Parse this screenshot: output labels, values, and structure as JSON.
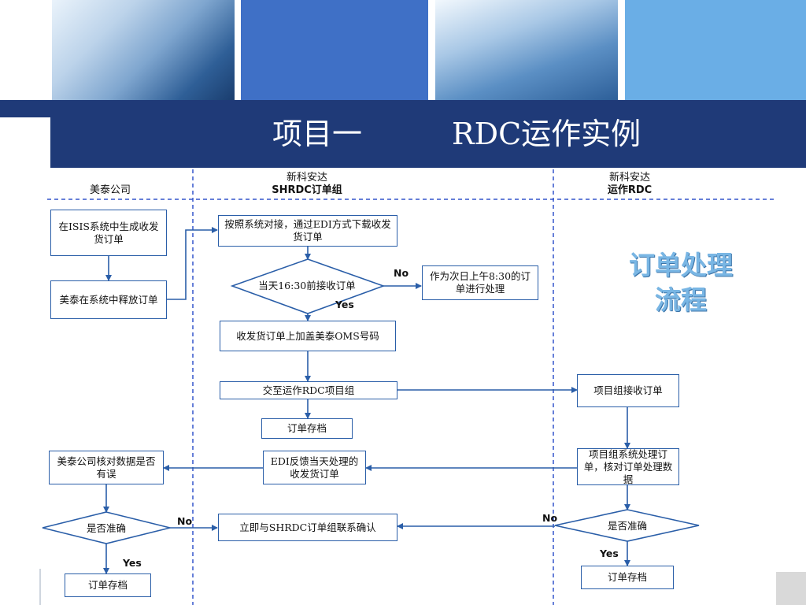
{
  "slide": {
    "title": "项目一　　　RDC运作实例",
    "side_label": "订单处理流程"
  },
  "lanes": {
    "meitai": "美泰公司",
    "shrdc_line1": "新科安达",
    "shrdc_line2": "SHRDC订单组",
    "rdc_line1": "新科安达",
    "rdc_line2": "运作RDC"
  },
  "nodes": {
    "m_create": "在ISIS系统中生成收发货订单",
    "m_release": "美泰在系统中释放订单",
    "s_download": "按照系统对接，通过EDI方式下载收发货订单",
    "s_decision": "当天16:30前接收订单",
    "s_nextday": "作为次日上午8:30的订单进行处理",
    "s_add_oms": "收发货订单上加盖美泰OMS号码",
    "s_to_rdc": "交至运作RDC项目组",
    "s_archive": "订单存档",
    "s_edi_feedback": "EDI反馈当天处理的收发货订单",
    "s_contact": "立即与SHRDC订单组联系确认",
    "r_receive": "项目组接收订单",
    "r_process": "项目组系统处理订单，核对订单处理数据",
    "r_decision": "是否准确",
    "r_archive": "订单存档",
    "m_verify": "美泰公司核对数据是否有误",
    "m_decision": "是否准确",
    "m_archive": "订单存档"
  },
  "branch_labels": {
    "no": "No",
    "yes": "Yes"
  },
  "colors": {
    "title_bar": "#1f3a78",
    "flow_line": "#2a5ea8",
    "lane_divider": "#3355cc",
    "side_label": "#79b6e4"
  }
}
